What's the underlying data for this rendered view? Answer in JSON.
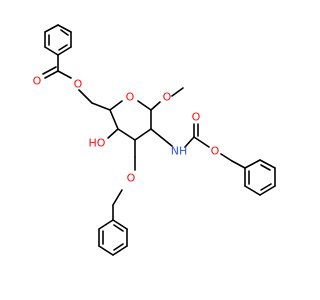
{
  "molecule": {
    "colors": {
      "oxygen": "#ff0d0d",
      "nitrogen": "#3050f8",
      "carbon": "#000000"
    },
    "atom_labels": {
      "ester_carbonyl_o": "O",
      "ester_o": "O",
      "ring_o": "O",
      "methoxy_o": "O",
      "hydroxyl": "HO",
      "carbamate_carbonyl_o": "O",
      "amide_nh": "NH",
      "carbamate_o": "O",
      "benzyl_ether_o": "O"
    }
  }
}
